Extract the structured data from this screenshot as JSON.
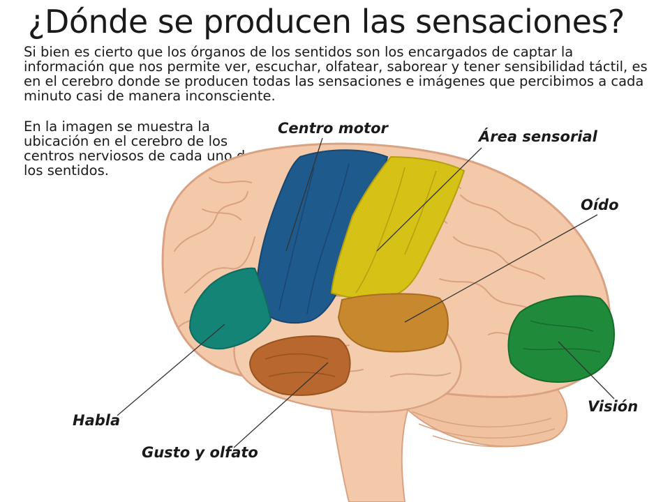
{
  "title": "¿Dónde se producen las sensaciones?",
  "intro": "Si bien es cierto que los órganos de los sentidos son los encargados de captar la información que nos permite ver, escuchar, olfatear, saborear y tener sensibilidad táctil, es en el cerebro donde se producen todas las sensaciones e imágenes que percibimos a cada minuto casi de manera inconsciente.",
  "caption": "En la imagen se muestra la ubicación en el cerebro de los centros nerviosos de cada uno de los sentidos.",
  "labels": {
    "motor": "Centro motor",
    "sensorial": "Área sensorial",
    "oido": "Oído",
    "vision": "Visión",
    "habla": "Habla",
    "gusto": "Gusto y olfato"
  },
  "colors": {
    "brain": "#f3c9a9",
    "brain_outline": "#d9a283",
    "motor": "#1f5a8c",
    "sensorial": "#d6c216",
    "oido": "#c8892e",
    "vision": "#1f8a3a",
    "habla": "#138476",
    "gusto": "#b8682e"
  }
}
